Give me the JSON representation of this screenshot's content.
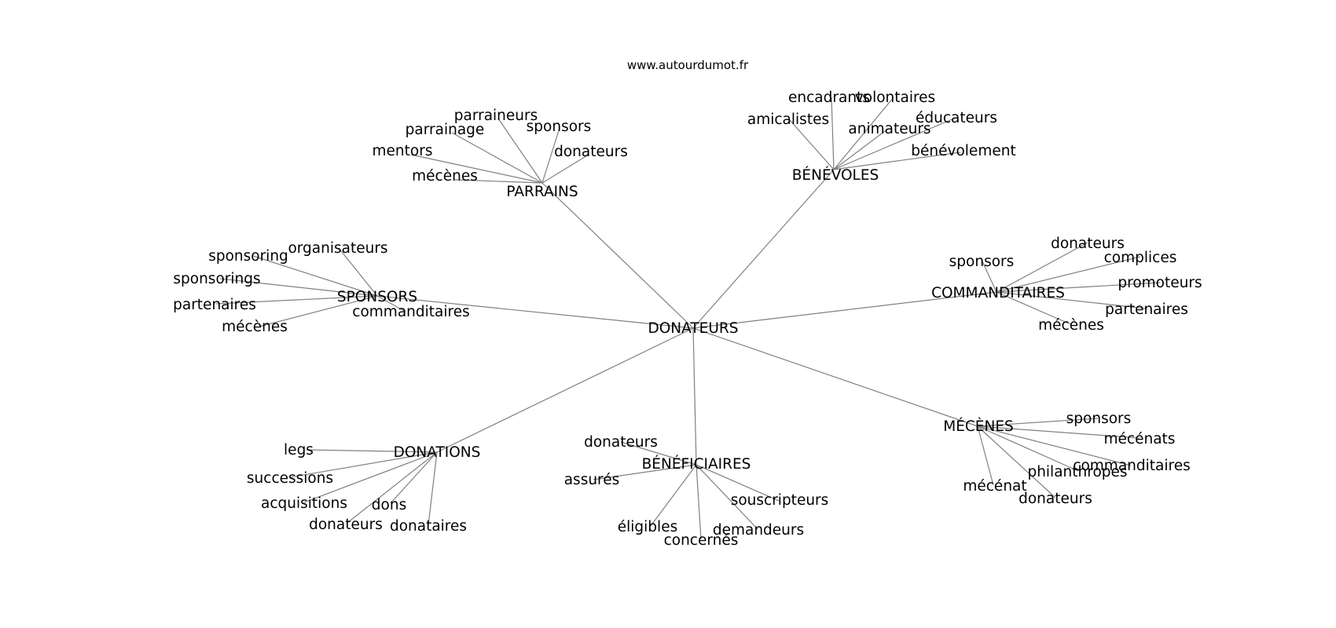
{
  "source": "www.autourdumot.fr",
  "colors": {
    "edge": "#808080",
    "text": "#000000",
    "background": "#ffffff"
  },
  "graph": {
    "center": "DONATEURS",
    "clusters": [
      {
        "label": "PARRAINS",
        "words": [
          "parraineurs",
          "sponsors",
          "parrainage",
          "donateurs",
          "mentors",
          "mécènes"
        ]
      },
      {
        "label": "BÉNÉVOLES",
        "words": [
          "encadrants",
          "volontaires",
          "amicalistes",
          "éducateurs",
          "animateurs",
          "bénévolement"
        ]
      },
      {
        "label": "SPONSORS",
        "words": [
          "organisateurs",
          "sponsoring",
          "sponsorings",
          "partenaires",
          "commanditaires",
          "mécènes"
        ]
      },
      {
        "label": "COMMANDITAIRES",
        "words": [
          "donateurs",
          "sponsors",
          "complices",
          "promoteurs",
          "partenaires",
          "mécènes"
        ]
      },
      {
        "label": "DONATIONS",
        "words": [
          "legs",
          "successions",
          "acquisitions",
          "dons",
          "donateurs",
          "donataires"
        ]
      },
      {
        "label": "BÉNÉFICIAIRES",
        "words": [
          "donateurs",
          "assurés",
          "souscripteurs",
          "éligibles",
          "demandeurs",
          "concernés"
        ]
      },
      {
        "label": "MÉCÈNES",
        "words": [
          "sponsors",
          "mécénats",
          "commanditaires",
          "philanthropes",
          "mécénat",
          "donateurs"
        ]
      }
    ]
  }
}
